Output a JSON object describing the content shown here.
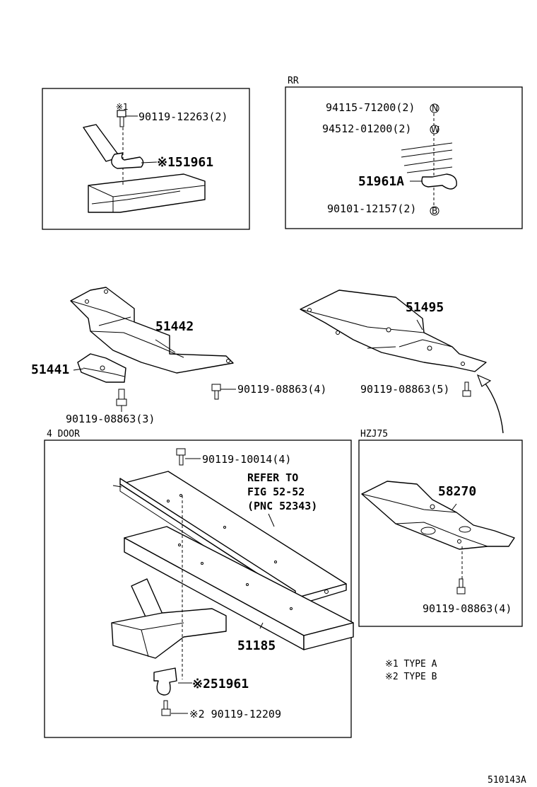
{
  "labels": {
    "top_left": {
      "note_mark": "※1",
      "bolt": "90119-12263(2)",
      "hook": "※151961"
    },
    "rr": {
      "title": "RR",
      "nut": "94115-71200(2)",
      "nut_sym": "N",
      "washer": "94512-01200(2)",
      "washer_sym": "W",
      "hook": "51961A",
      "bolt": "90101-12157(2)",
      "bolt_sym": "B"
    },
    "middle": {
      "cover_a": "51442",
      "bracket": "51441",
      "bolt_a": "90119-08863(4)",
      "bolt_b": "90119-08863(3)",
      "cover_b": "51495",
      "bolt_c": "90119-08863(5)"
    },
    "four_door": {
      "title": "4 DOOR",
      "bolt_top": "90119-10014(4)",
      "refer_1": "REFER TO",
      "refer_2": "FIG 52-52",
      "refer_3": "(PNC 52343)",
      "block": "51185",
      "hook": "※251961",
      "bolt_bottom": "※2 90119-12209"
    },
    "hzj75": {
      "title": "HZJ75",
      "cover": "58270",
      "bolt": "90119-08863(4)"
    },
    "legend": {
      "type_a": "※1 TYPE A",
      "type_b": "※2 TYPE B"
    },
    "figure_code": "510143A"
  }
}
